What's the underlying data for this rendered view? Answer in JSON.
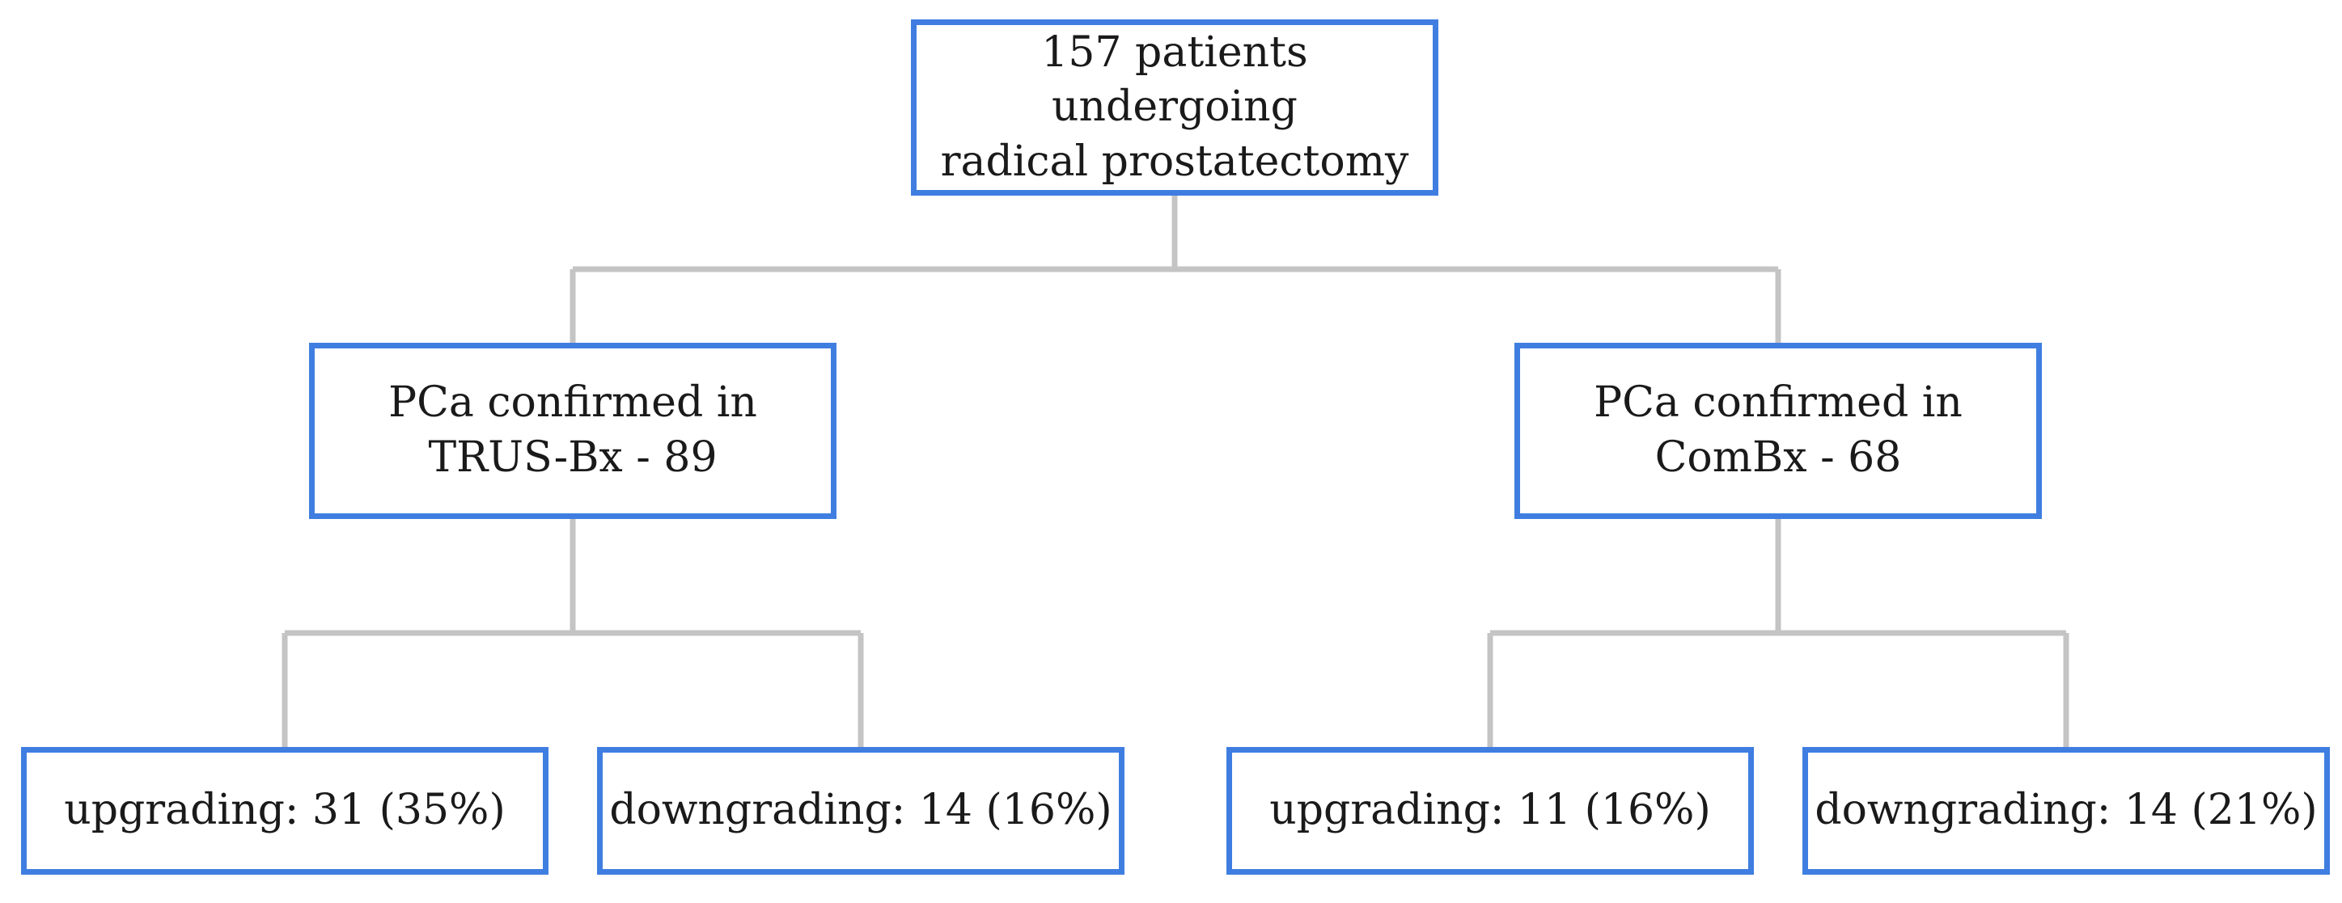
{
  "diagram": {
    "root": {
      "line1": "157 patients undergoing",
      "line2": "radical prostatectomy"
    },
    "left_branch": {
      "line1": "PCa confirmed in",
      "line2": "TRUS-Bx - 89",
      "children": [
        {
          "label": "upgrading: 31 (35%)"
        },
        {
          "label": "downgrading: 14 (16%)"
        }
      ]
    },
    "right_branch": {
      "line1": "PCa confirmed in",
      "line2": "ComBx - 68",
      "children": [
        {
          "label": "upgrading: 11 (16%)"
        },
        {
          "label": "downgrading: 14 (21%)"
        }
      ]
    }
  },
  "colors": {
    "box_border": "#3f7ee0",
    "connector": "#c4c4c4"
  }
}
